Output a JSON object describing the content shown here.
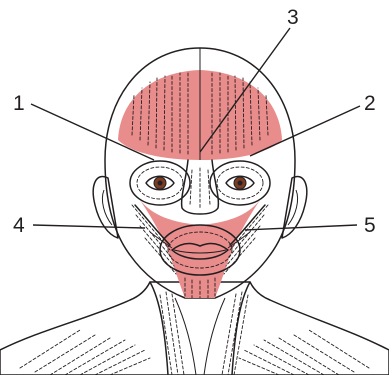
{
  "figure": {
    "colors": {
      "skin": "#f0a0a0",
      "muscle": "#e98c8c",
      "muscle_dark": "#e07e80",
      "line": "#231f20",
      "iris": "#7a3b22",
      "background": "#ffffff"
    },
    "callouts": [
      {
        "id": "1",
        "label": "1"
      },
      {
        "id": "2",
        "label": "2"
      },
      {
        "id": "3",
        "label": "3"
      },
      {
        "id": "4",
        "label": "4"
      },
      {
        "id": "5",
        "label": "5"
      }
    ]
  }
}
